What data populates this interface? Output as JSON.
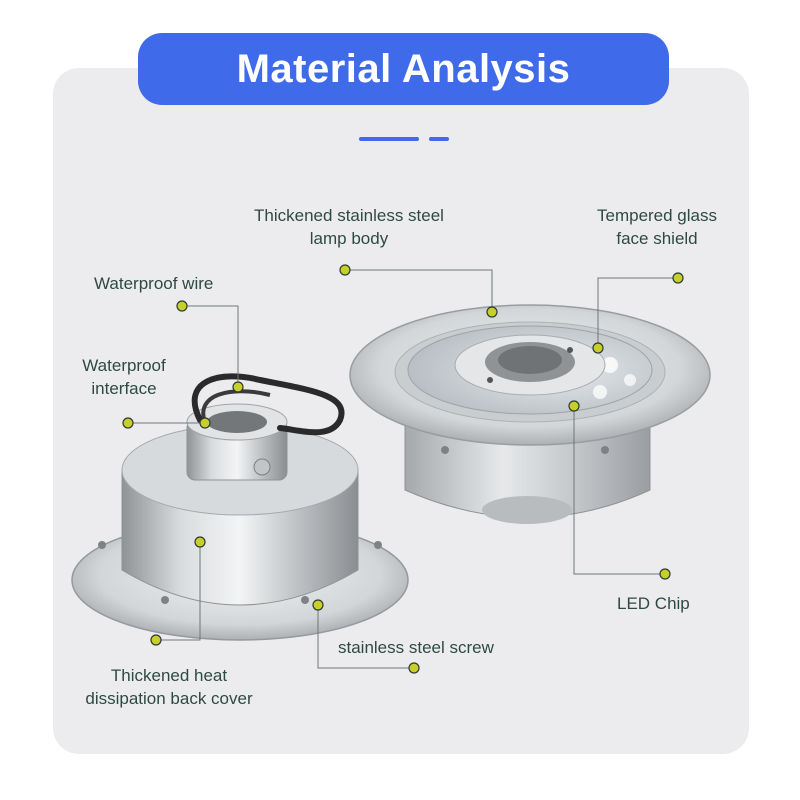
{
  "title": "Material Analysis",
  "labels": {
    "lamp_body_line1": "Thickened stainless steel",
    "lamp_body_line2": "lamp body",
    "glass_line1": "Tempered glass",
    "glass_line2": "face shield",
    "waterproof_wire": "Waterproof wire",
    "interface_line1": "Waterproof",
    "interface_line2": "interface",
    "led_chip": "LED Chip",
    "screw": "stainless steel screw",
    "back_cover_line1": "Thickened heat",
    "back_cover_line2": "dissipation back cover"
  },
  "colors": {
    "accent": "#3f6bea",
    "panel": "#ececee",
    "label_text": "#2e4a3f",
    "callout_dot": "#c8cf2a"
  }
}
